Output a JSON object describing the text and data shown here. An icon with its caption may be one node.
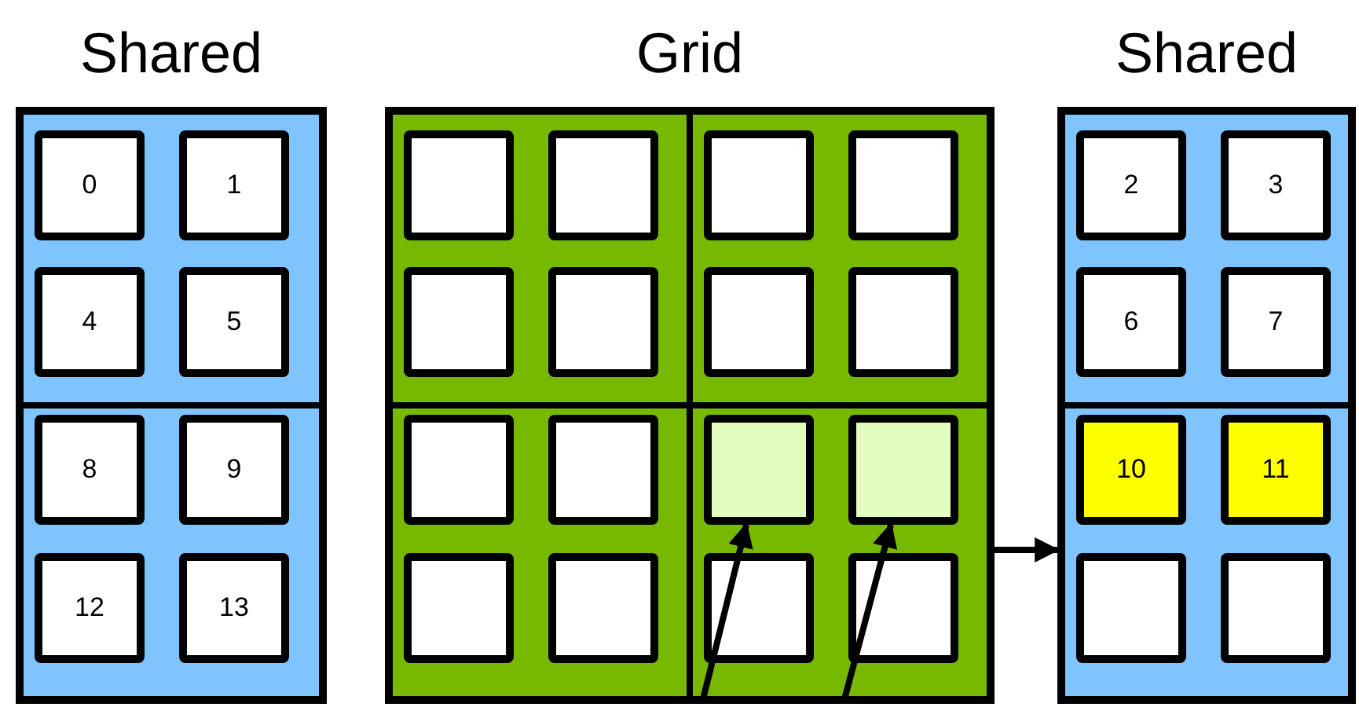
{
  "diagram": {
    "nodes": [
      {
        "text": [
          "Shared"
        ]
      },
      {
        "text": [],
        "shape": "box",
        "in": 0
      },
      {
        "text": [],
        "shape": "box",
        "in": 0
      },
      {
        "text": [
          "0"
        ],
        "in": 1
      },
      {
        "text": [
          "1"
        ],
        "in": 1
      },
      {
        "text": [
          "4"
        ],
        "in": 1
      },
      {
        "text": [
          "5"
        ],
        "in": 1
      },
      {
        "text": [
          "8"
        ],
        "in": 2
      },
      {
        "text": [
          "9"
        ],
        "in": 2
      },
      {
        "text": [
          "12"
        ],
        "in": 2
      },
      {
        "text": [
          "13"
        ],
        "in": 2
      },
      {
        "text": [
          "Grid"
        ]
      },
      {
        "text": [],
        "shape": "box",
        "in": 11
      },
      {
        "text": [],
        "shape": "box",
        "in": 11
      },
      {
        "text": [],
        "shape": "box",
        "in": 11
      },
      {
        "text": [],
        "shape": "box",
        "in": 11
      },
      {
        "text": [],
        "shape": "box",
        "in": 12
      },
      {
        "text": [],
        "shape": "box",
        "in": 12
      },
      {
        "text": [],
        "shape": "box",
        "in": 12
      },
      {
        "text": [],
        "shape": "box",
        "in": 12
      },
      {
        "text": [],
        "shape": "box",
        "in": 13
      },
      {
        "text": [],
        "shape": "box",
        "in": 13
      },
      {
        "text": [],
        "shape": "box",
        "in": 13
      },
      {
        "text": [],
        "shape": "box",
        "in": 13
      },
      {
        "text": [],
        "shape": "box",
        "in": 14
      },
      {
        "text": [],
        "shape": "box",
        "in": 14
      },
      {
        "text": [],
        "shape": "box",
        "in": 14
      },
      {
        "text": [],
        "shape": "box",
        "in": 14
      },
      {
        "text": [],
        "shape": "box",
        "in": 15
      },
      {
        "text": [],
        "shape": "box",
        "in": 15
      },
      {
        "text": [],
        "shape": "box",
        "in": 15
      },
      {
        "text": [],
        "shape": "box",
        "in": 15
      },
      {
        "text": [
          "Shared"
        ]
      },
      {
        "text": [],
        "shape": "box",
        "in": 32
      },
      {
        "text": [],
        "shape": "box",
        "in": 32
      },
      {
        "text": [
          "2"
        ],
        "in": 33
      },
      {
        "text": [
          "3"
        ],
        "in": 33
      },
      {
        "text": [
          "6"
        ],
        "in": 33
      },
      {
        "text": [
          "7"
        ],
        "in": 33
      },
      {
        "text": [
          "10"
        ],
        "in": 34
      },
      {
        "text": [
          "11"
        ],
        "in": 34
      },
      {
        "text": [],
        "shape": "box",
        "in": 34
      },
      {
        "text": [],
        "shape": "box",
        "in": 34
      }
    ],
    "edges": [
      {
        "from": 11,
        "to": 32,
        "arrow": "to"
      },
      {
        "from": null,
        "to": 28,
        "arrow": "to"
      },
      {
        "from": null,
        "to": 29,
        "arrow": "to"
      }
    ]
  }
}
